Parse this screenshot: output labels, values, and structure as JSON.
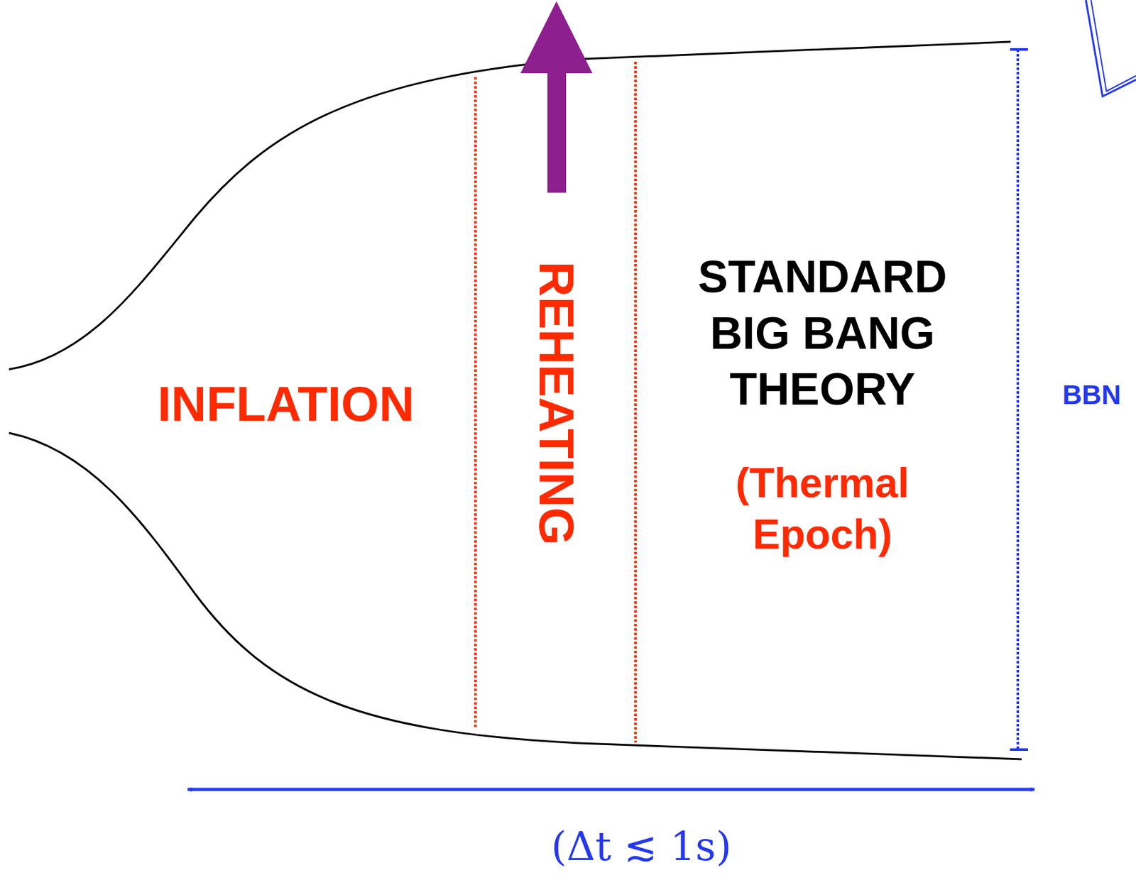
{
  "diagram": {
    "labels": [
      "INFLATION",
      "REHEATING",
      "STANDARD BIG BANG THEORY",
      "(Thermal Epoch)",
      "BBN",
      "(Δt ≲ 1s)"
    ]
  }
}
